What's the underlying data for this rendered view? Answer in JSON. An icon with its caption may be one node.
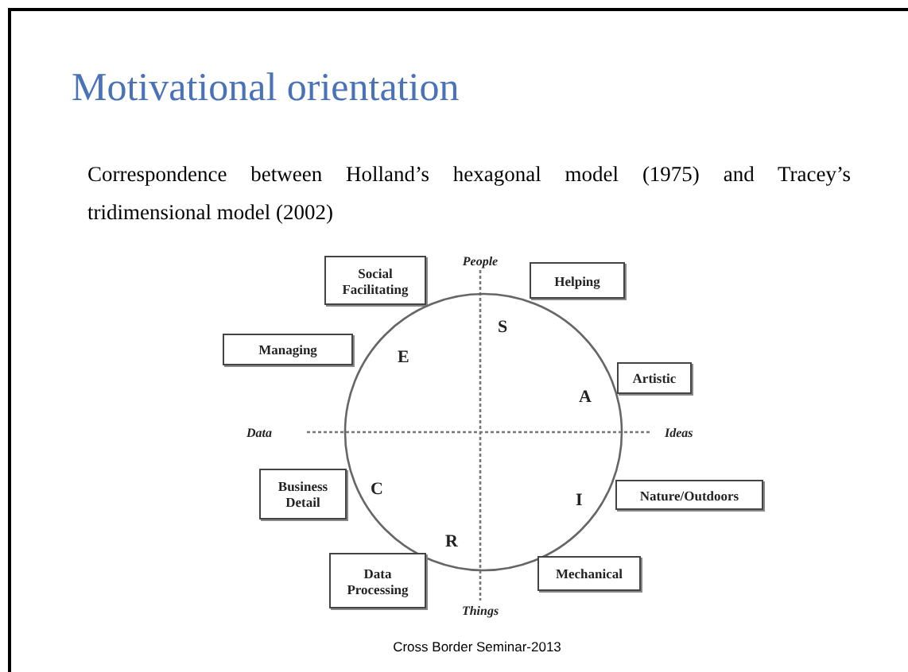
{
  "diagram": {
    "title": "Motivational orientation",
    "nodes": [
      {
        "text": [
          "Social Facilitating"
        ]
      },
      {
        "text": [
          "Helping"
        ]
      },
      {
        "text": [
          "Managing"
        ]
      },
      {
        "text": [
          "S",
          "E",
          "A",
          "C",
          "I",
          "R"
        ]
      },
      {
        "text": [
          "Artistic"
        ]
      },
      {
        "text": [
          "Business Detail"
        ]
      },
      {
        "text": [
          "Nature/Outdoors"
        ]
      },
      {
        "text": [
          "Data Processing"
        ]
      },
      {
        "text": [
          "Mechanical"
        ]
      }
    ],
    "labels": [
      "Correspondence between Holland’s hexagonal model (1975) and Tracey’s tridimensional model (2002)",
      "People",
      "Data",
      "Ideas",
      "Things",
      "Cross Border Seminar-2013"
    ]
  }
}
